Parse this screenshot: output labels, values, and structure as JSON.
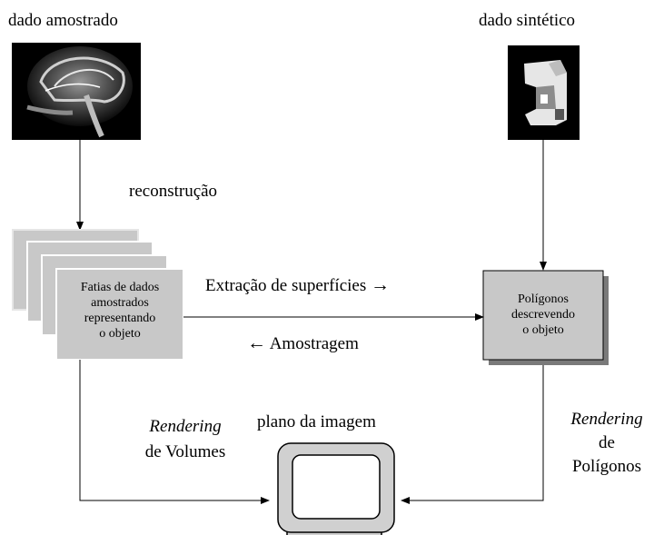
{
  "labels": {
    "sampled_data": "dado amostrado",
    "synthetic_data": "dado sintético",
    "reconstruction": "reconstrução",
    "surface_extraction": "Extração de superfícies",
    "surface_extraction_arrow": "→",
    "sampling_arrow": "←",
    "sampling": "Amostragem",
    "image_plane": "plano da imagem",
    "volume_rendering_em": "Rendering",
    "volume_rendering_rest": "de Volumes",
    "polygon_rendering_em": "Rendering",
    "polygon_rendering_de": "de",
    "polygon_rendering_rest": "Polígonos"
  },
  "slices_box": {
    "line1": "Fatias de dados",
    "line2": "amostrados",
    "line3": "representando",
    "line4": "o objeto"
  },
  "polygons_box": {
    "line1": "Polígonos",
    "line2": "descrevendo",
    "line3": "o objeto"
  },
  "colors": {
    "box_fill": "#c8c8c8",
    "box_fill_light": "#dcdcdc",
    "monitor_fill": "#d0d0d0",
    "line": "#000000"
  },
  "icons": {
    "mri": "mri-brain-scan-image",
    "synthetic": "synthetic-object-image",
    "monitor": "monitor-icon"
  }
}
